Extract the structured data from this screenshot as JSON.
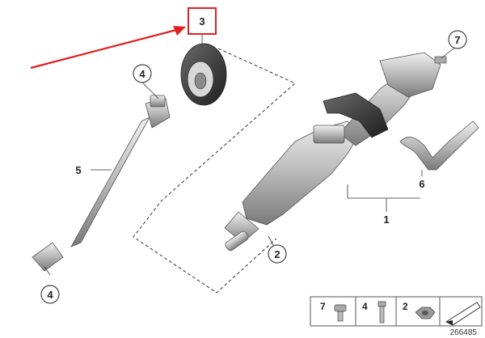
{
  "callouts": {
    "c1": "1",
    "c2": "2",
    "c3": "3",
    "c4a": "4",
    "c4b": "4",
    "c5": "5",
    "c6": "6",
    "c7": "7"
  },
  "legend": {
    "items": [
      "7",
      "4",
      "2"
    ]
  },
  "diagram_id": "266485",
  "colors": {
    "highlight": "#e02020",
    "arrow": "#e02020"
  }
}
